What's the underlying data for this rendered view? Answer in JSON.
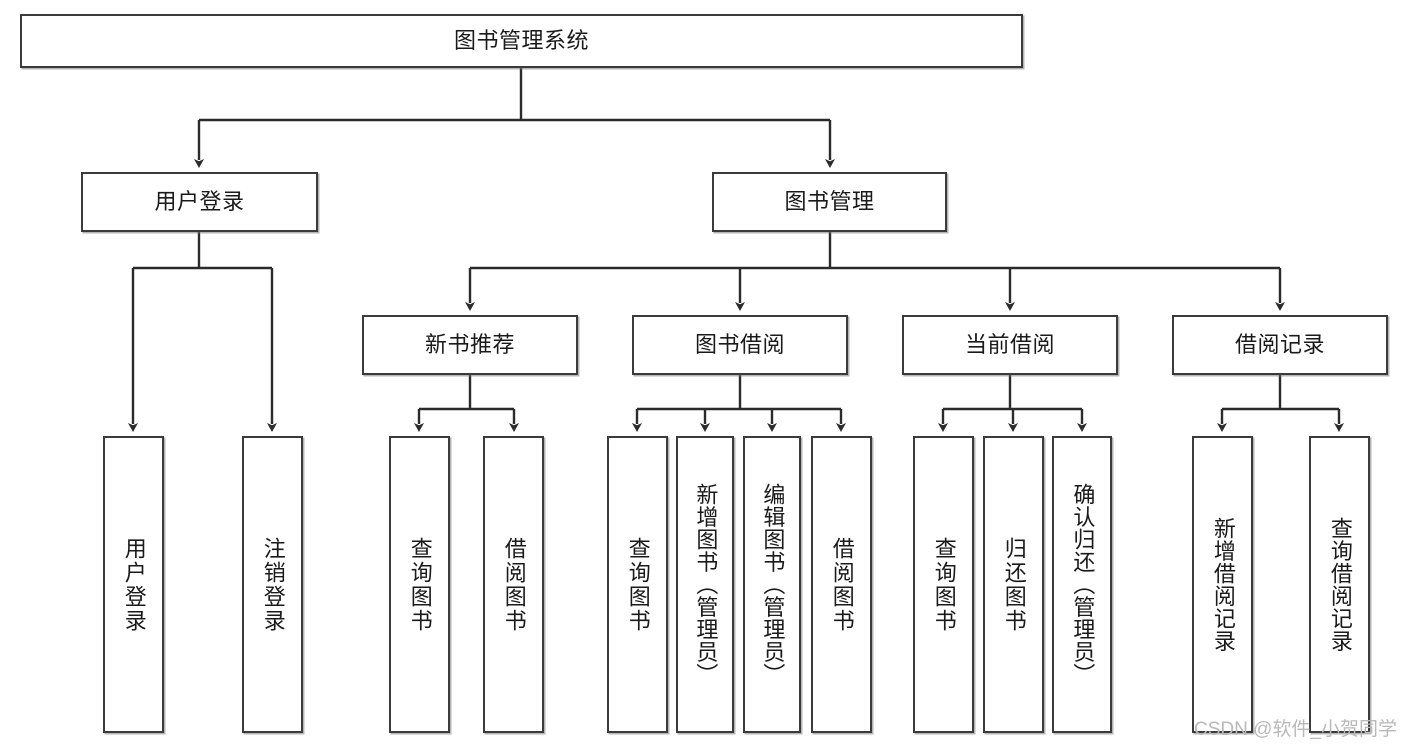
{
  "diagram": {
    "type": "tree",
    "title": "图书管理系统",
    "orientation": "top-down",
    "colors": {
      "box_border": "#3b3b3b",
      "box_fill": "#ffffff",
      "edge": "#2b2b2b",
      "text": "#1a1a1a",
      "watermark": "#b9b9b9"
    },
    "root": {
      "id": "root",
      "label": "图书管理系统"
    },
    "level2": [
      {
        "id": "user-login",
        "label": "用户登录"
      },
      {
        "id": "book-manage",
        "label": "图书管理"
      }
    ],
    "level3": [
      {
        "id": "new-book-rec",
        "label": "新书推荐"
      },
      {
        "id": "book-borrow",
        "label": "图书借阅"
      },
      {
        "id": "current-borrow",
        "label": "当前借阅"
      },
      {
        "id": "borrow-record",
        "label": "借阅记录"
      }
    ],
    "leaves": {
      "user_login": [
        {
          "id": "leaf-user-login",
          "label": "用户登录"
        },
        {
          "id": "leaf-logout",
          "label": "注销登录"
        }
      ],
      "new_book_rec": [
        {
          "id": "leaf-query-book-1",
          "label": "查询图书"
        },
        {
          "id": "leaf-borrow-book-1",
          "label": "借阅图书"
        }
      ],
      "book_borrow": [
        {
          "id": "leaf-query-book-2",
          "label": "查询图书"
        },
        {
          "id": "leaf-add-book",
          "label": "新增图书（管理员）"
        },
        {
          "id": "leaf-edit-book",
          "label": "编辑图书（管理员）"
        },
        {
          "id": "leaf-borrow-book-2",
          "label": "借阅图书"
        }
      ],
      "current_borrow": [
        {
          "id": "leaf-query-book-3",
          "label": "查询图书"
        },
        {
          "id": "leaf-return-book",
          "label": "归还图书"
        },
        {
          "id": "leaf-confirm-return",
          "label": "确认归还（管理员）"
        }
      ],
      "borrow_record": [
        {
          "id": "leaf-add-record",
          "label": "新增借阅记录"
        },
        {
          "id": "leaf-query-record",
          "label": "查询借阅记录"
        }
      ]
    }
  },
  "watermark": {
    "text": "CSDN @软件_小贺同学"
  }
}
